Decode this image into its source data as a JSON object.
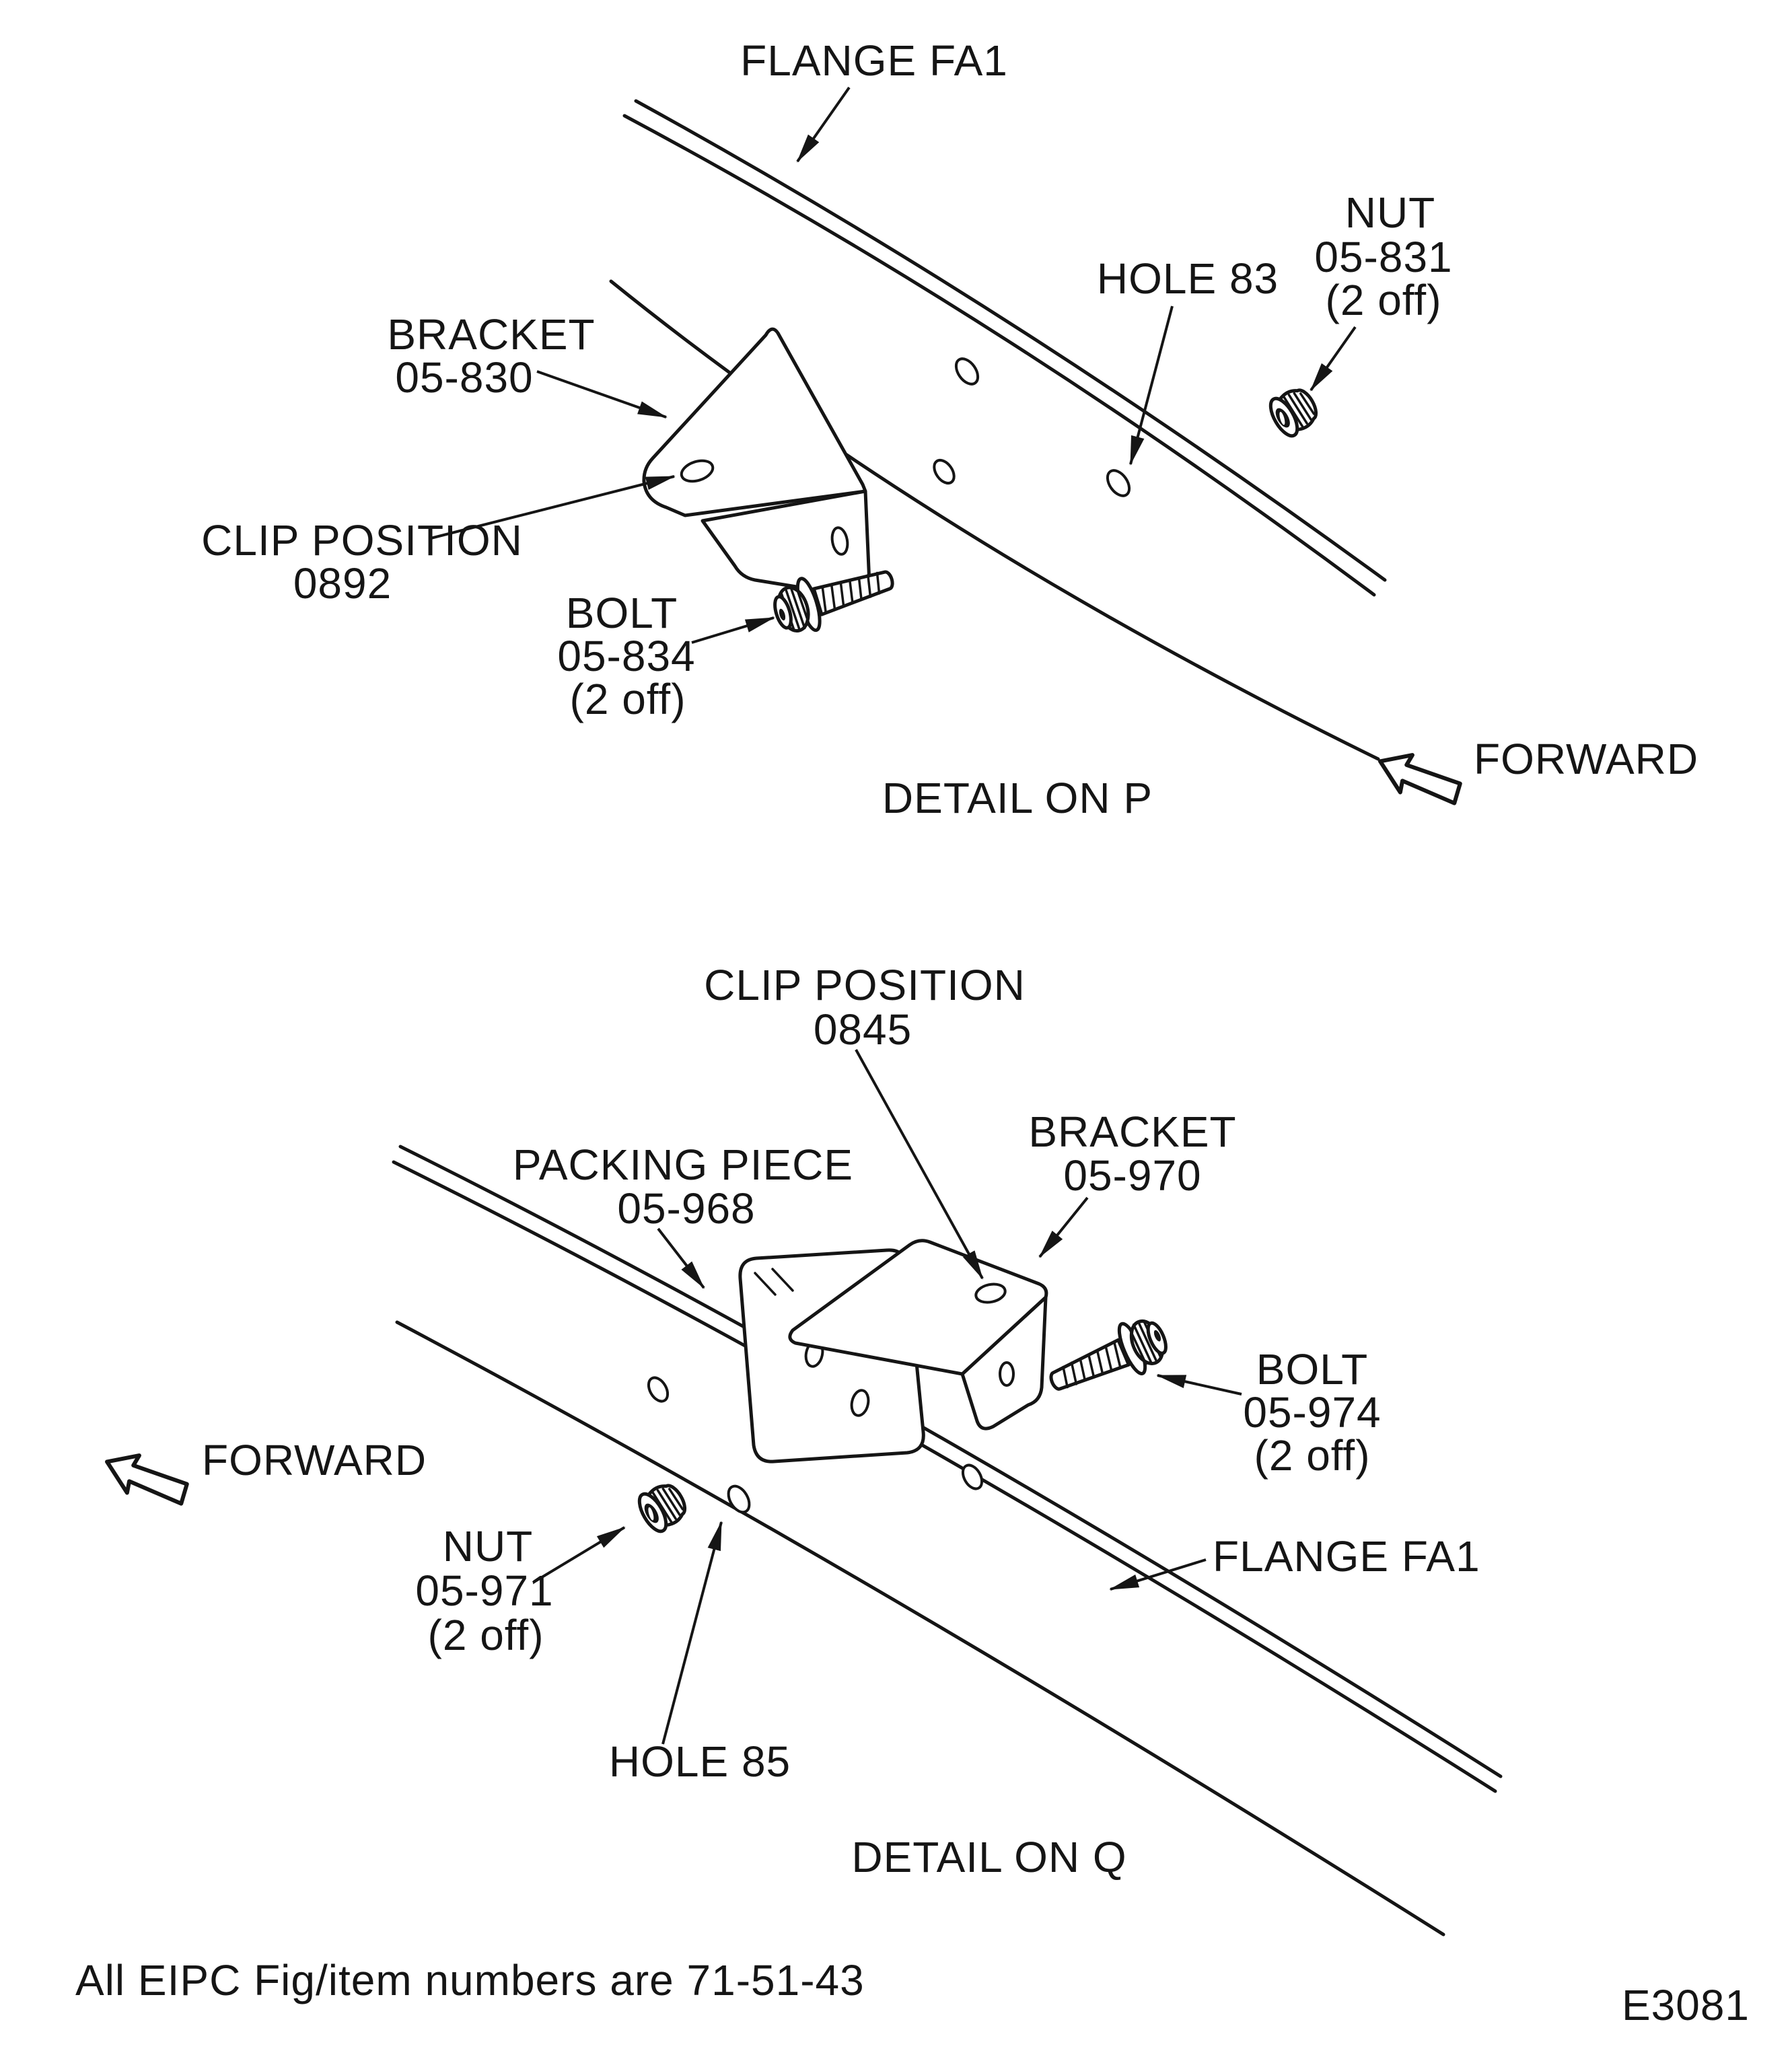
{
  "figure": {
    "code": "E3081",
    "note": "All EIPC Fig/item numbers are 71-51-43"
  },
  "detail_p": {
    "title": "DETAIL ON P",
    "forward_label": "FORWARD",
    "labels": {
      "flange": "FLANGE FA1",
      "bracket": {
        "l1": "BRACKET",
        "l2": "05-830"
      },
      "clip_position": {
        "l1": "CLIP POSITION",
        "l2": "0892"
      },
      "bolt": {
        "l1": "BOLT",
        "l2": "05-834",
        "l3": "(2 off)"
      },
      "nut": {
        "l1": "NUT",
        "l2": "05-831",
        "l3": "(2 off)"
      },
      "hole": "HOLE 83"
    }
  },
  "detail_q": {
    "title": "DETAIL ON Q",
    "forward_label": "FORWARD",
    "labels": {
      "clip_position": {
        "l1": "CLIP POSITION",
        "l2": "0845"
      },
      "packing_piece": {
        "l1": "PACKING PIECE",
        "l2": "05-968"
      },
      "bracket": {
        "l1": "BRACKET",
        "l2": "05-970"
      },
      "bolt": {
        "l1": "BOLT",
        "l2": "05-974",
        "l3": "(2 off)"
      },
      "nut": {
        "l1": "NUT",
        "l2": "05-971",
        "l3": "(2 off)"
      },
      "flange": "FLANGE FA1",
      "hole": "HOLE 85"
    }
  }
}
